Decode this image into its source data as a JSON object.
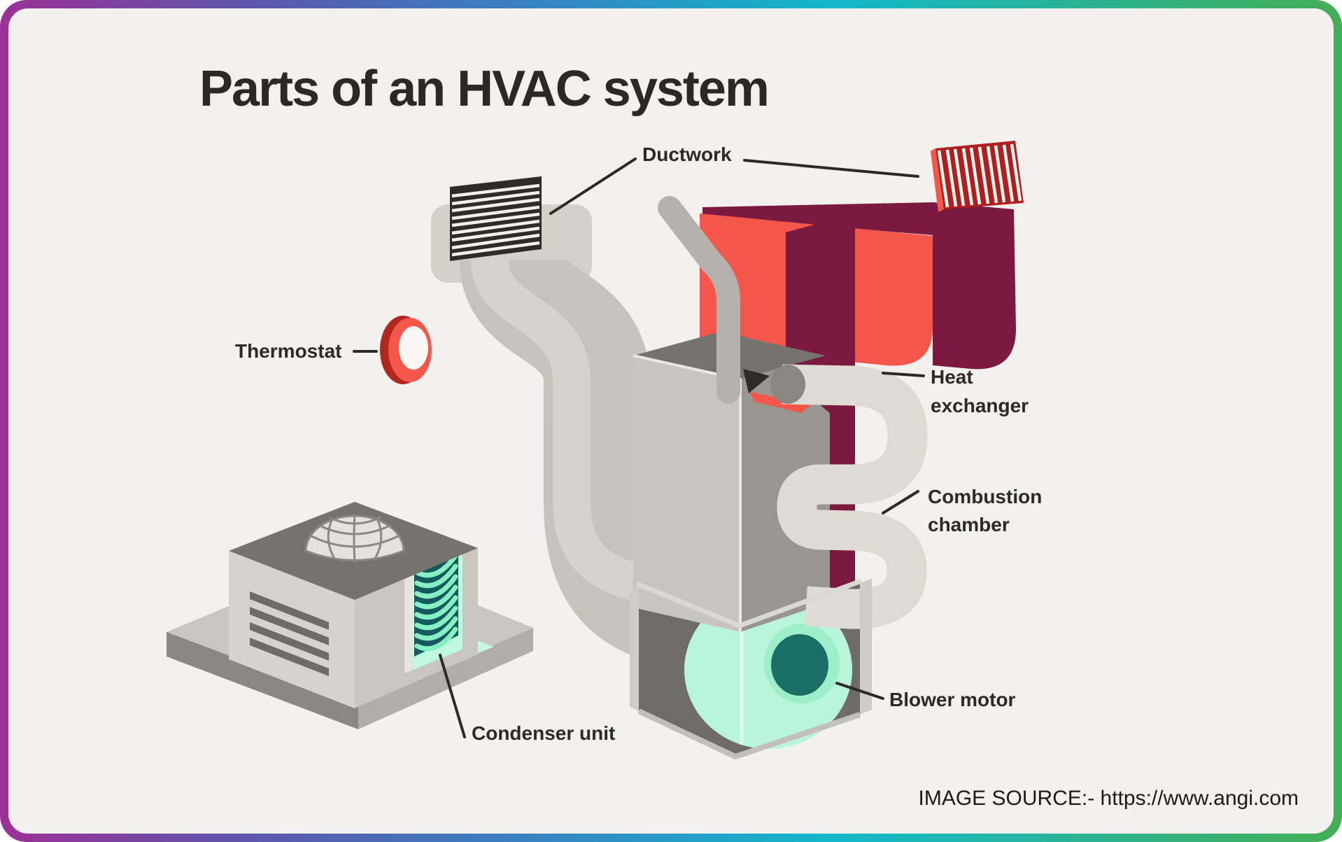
{
  "title": "Parts of an HVAC system",
  "labels": {
    "ductwork": "Ductwork",
    "thermostat": "Thermostat",
    "heat_exchanger": [
      "Heat",
      "exchanger"
    ],
    "combustion_chamber": [
      "Combustion",
      "chamber"
    ],
    "blower_motor": "Blower motor",
    "condenser_unit": "Condenser unit"
  },
  "source_note": "IMAGE SOURCE:- https://www.angi.com",
  "colors": {
    "background": "#f2f1ef",
    "ink": "#2b2a28",
    "duct_gray": "#c6c3bd",
    "supply_red": "#f4564a",
    "maroon": "#7c1940",
    "register_dark": "#2e2b29",
    "register_red": "#ae1f1d",
    "blower_mint": "#b9f5da",
    "blower_teal": "#196e66",
    "coil_teal": "#145a5d",
    "coil_mint": "#86efc4",
    "border_gradient": [
      "#9c3096",
      "#3a7fc1",
      "#12b7cb",
      "#44ae54"
    ]
  }
}
